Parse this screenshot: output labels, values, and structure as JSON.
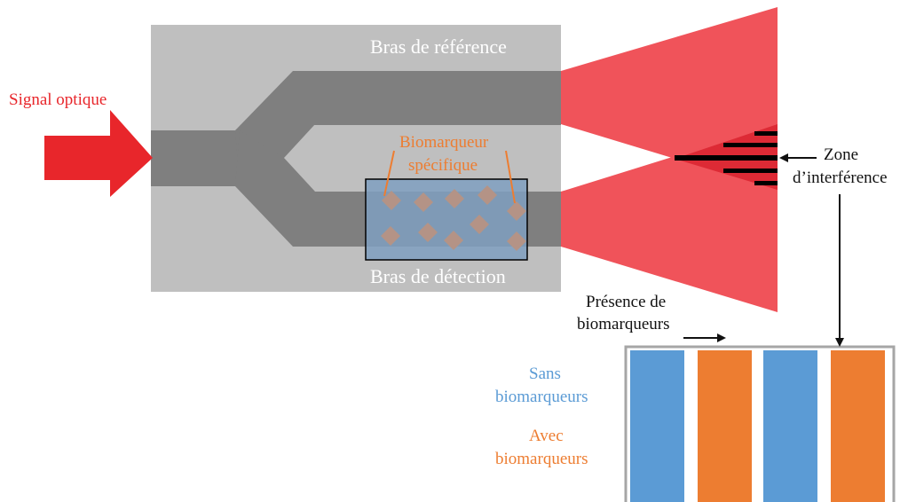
{
  "labels": {
    "signal_optique": "Signal optique",
    "bras_reference": "Bras de référence",
    "bras_detection": "Bras de détection",
    "biomarqueur_line1": "Biomarqueur",
    "biomarqueur_line2": "spécifique",
    "zone_line1": "Zone",
    "zone_line2": "d’interférence",
    "presence_line1": "Présence de",
    "presence_line2": "biomarqueurs",
    "sans_line1": "Sans",
    "sans_line2": "biomarqueurs",
    "avec_line1": "Avec",
    "avec_line2": "biomarqueurs"
  },
  "colors": {
    "chip": "#bfbfbf",
    "waveguide": "#7f7f7f",
    "beam": "#f0535a",
    "arrow_red": "#e8262b",
    "orange": "#ed7d31",
    "blue": "#5b9bd5",
    "molecule": "#b49386",
    "sensing_window": "#7f9fbf"
  },
  "fringes": [
    "blue",
    "orange",
    "blue",
    "orange"
  ]
}
